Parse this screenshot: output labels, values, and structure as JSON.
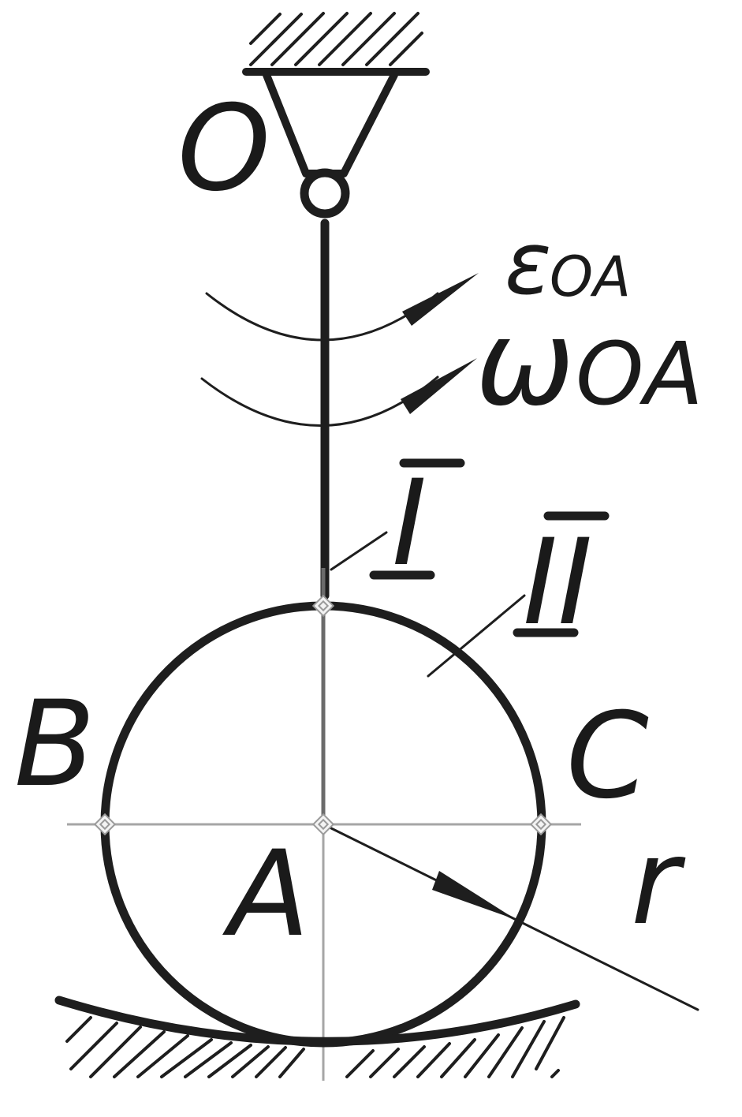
{
  "labels": {
    "pivot": "O",
    "epsilon": "ε",
    "epsilon_sub": "OA",
    "omega": "ω",
    "omega_sub": "OA",
    "body_one": "I",
    "body_two": "II",
    "point_b": "B",
    "point_a": "A",
    "point_c": "C",
    "radius": "r"
  },
  "colors": {
    "ink": "#1e1e1e",
    "centerline": "#a6a6a6",
    "marker": "#9a9a9a"
  }
}
